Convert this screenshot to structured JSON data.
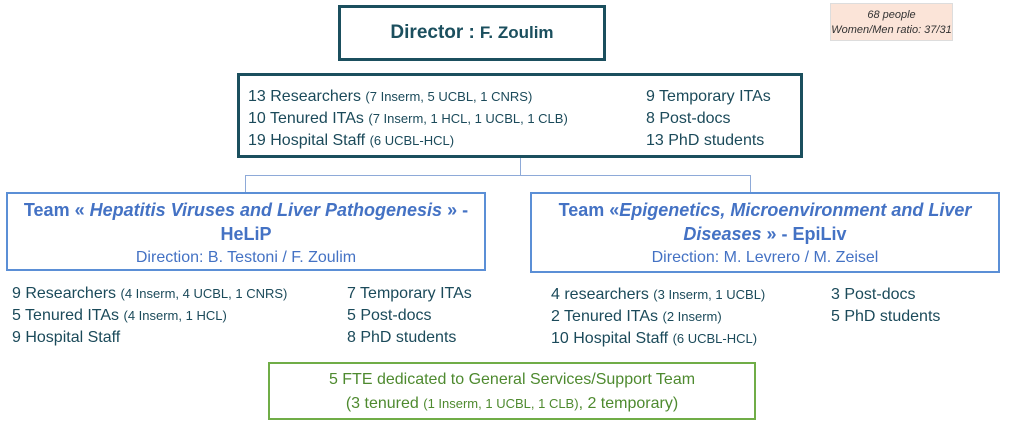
{
  "director": {
    "label": "Director :",
    "name": "F. Zoulim"
  },
  "note": {
    "people": "68 people",
    "ratio": "Women/Men ratio: 37/31"
  },
  "unit": {
    "left": [
      {
        "main": "13 Researchers",
        "detail": "(7 Inserm, 5 UCBL, 1 CNRS)"
      },
      {
        "main": "10 Tenured ITAs",
        "detail": "(7 Inserm, 1 HCL, 1 UCBL, 1 CLB)"
      },
      {
        "main": "19 Hospital Staff",
        "detail": "(6 UCBL-HCL)"
      }
    ],
    "right": [
      "9 Temporary ITAs",
      "8 Post-docs",
      "13 PhD students"
    ]
  },
  "helip": {
    "prefix": "Team «",
    "name": "Hepatitis Viruses and Liver Pathogenesis",
    "suffix": "» -",
    "short": "HeLiP",
    "direction": "Direction: B. Testoni / F. Zoulim",
    "left": [
      {
        "main": "9 Researchers",
        "detail": "(4 Inserm, 4 UCBL, 1 CNRS)"
      },
      {
        "main": "5 Tenured ITAs",
        "detail": "(4 Inserm, 1 HCL)"
      },
      {
        "main": "9 Hospital Staff",
        "detail": ""
      }
    ],
    "right": [
      "7 Temporary ITAs",
      "5 Post-docs",
      "8 PhD students"
    ]
  },
  "epiliv": {
    "prefix": "Team «",
    "name": "Epigenetics, Microenvironment and Liver Diseases",
    "suffix": "» -",
    "short": "EpiLiv",
    "direction": "Direction: M. Levrero / M. Zeisel",
    "left": [
      {
        "main": "4 researchers",
        "detail": "(3 Inserm, 1 UCBL)"
      },
      {
        "main": "2 Tenured ITAs",
        "detail": "(2 Inserm)"
      },
      {
        "main": "10 Hospital Staff",
        "detail": "(6 UCBL-HCL)"
      }
    ],
    "right": [
      "3 Post-docs",
      "5 PhD students"
    ]
  },
  "support": {
    "line1": "5 FTE dedicated to General Services/Support Team",
    "line2a": "(3 tenured",
    "line2b": "(1 Inserm, 1 UCBL, 1 CLB)",
    "line2c": ", 2 temporary)"
  }
}
